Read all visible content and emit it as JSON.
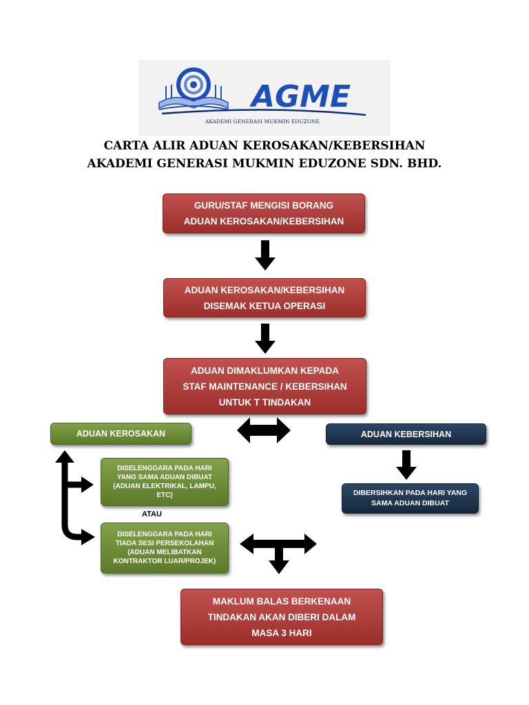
{
  "logo": {
    "brand": "AGME",
    "tagline": "AKADEMI GENERASI MUKMIN EDUZONE",
    "colors": {
      "blue": "#1d4fb8",
      "dark_blue": "#102c7a"
    }
  },
  "title": {
    "line1": "CARTA ALIR ADUAN KEROSAKAN/KEBERSIHAN",
    "line2": "AKADEMI GENERASI MUKMIN EDUZONE SDN. BHD."
  },
  "boxes": {
    "step1": [
      "GURU/STAF MENGISI BORANG",
      "ADUAN KEROSAKAN/KEBERSIHAN"
    ],
    "step2": [
      "ADUAN KEROSAKAN/KEBERSIHAN",
      "DISEMAK KETUA OPERASI"
    ],
    "step3": [
      "ADUAN DIMAKLUMKAN KEPADA",
      "STAF MAINTENANCE / KEBERSIHAN",
      "UNTUK T TINDAKAN"
    ],
    "kerosakan": "ADUAN KEROSAKAN",
    "kebersihan": "ADUAN KEBERSIHAN",
    "same_day": [
      "DISELENGGARA PADA HARI",
      "YANG SAMA ADUAN DIBUAT",
      "(ADUAN ELEKTRIKAL, LAMPU,",
      "ETC)"
    ],
    "atau": "ATAU",
    "no_school": [
      "DISELENGGARA PADA HARI",
      "TIADA SESI PERSEKOLAHAN",
      "(ADUAN MELIBATKAN",
      "KONTRAKTOR LUAR/PROJEK)"
    ],
    "clean": [
      "DIBERSIHKAN PADA HARI YANG",
      "SAMA ADUAN DIBUAT"
    ],
    "feedback": [
      "MAKLUM BALAS BERKENAAN",
      "TINDAKAN AKAN DIBERI DALAM",
      "MASA 3 HARI"
    ]
  },
  "colors": {
    "red": "#a93a37",
    "green": "#6b8a36",
    "navy": "#1f3450",
    "arrow": "#000000"
  }
}
